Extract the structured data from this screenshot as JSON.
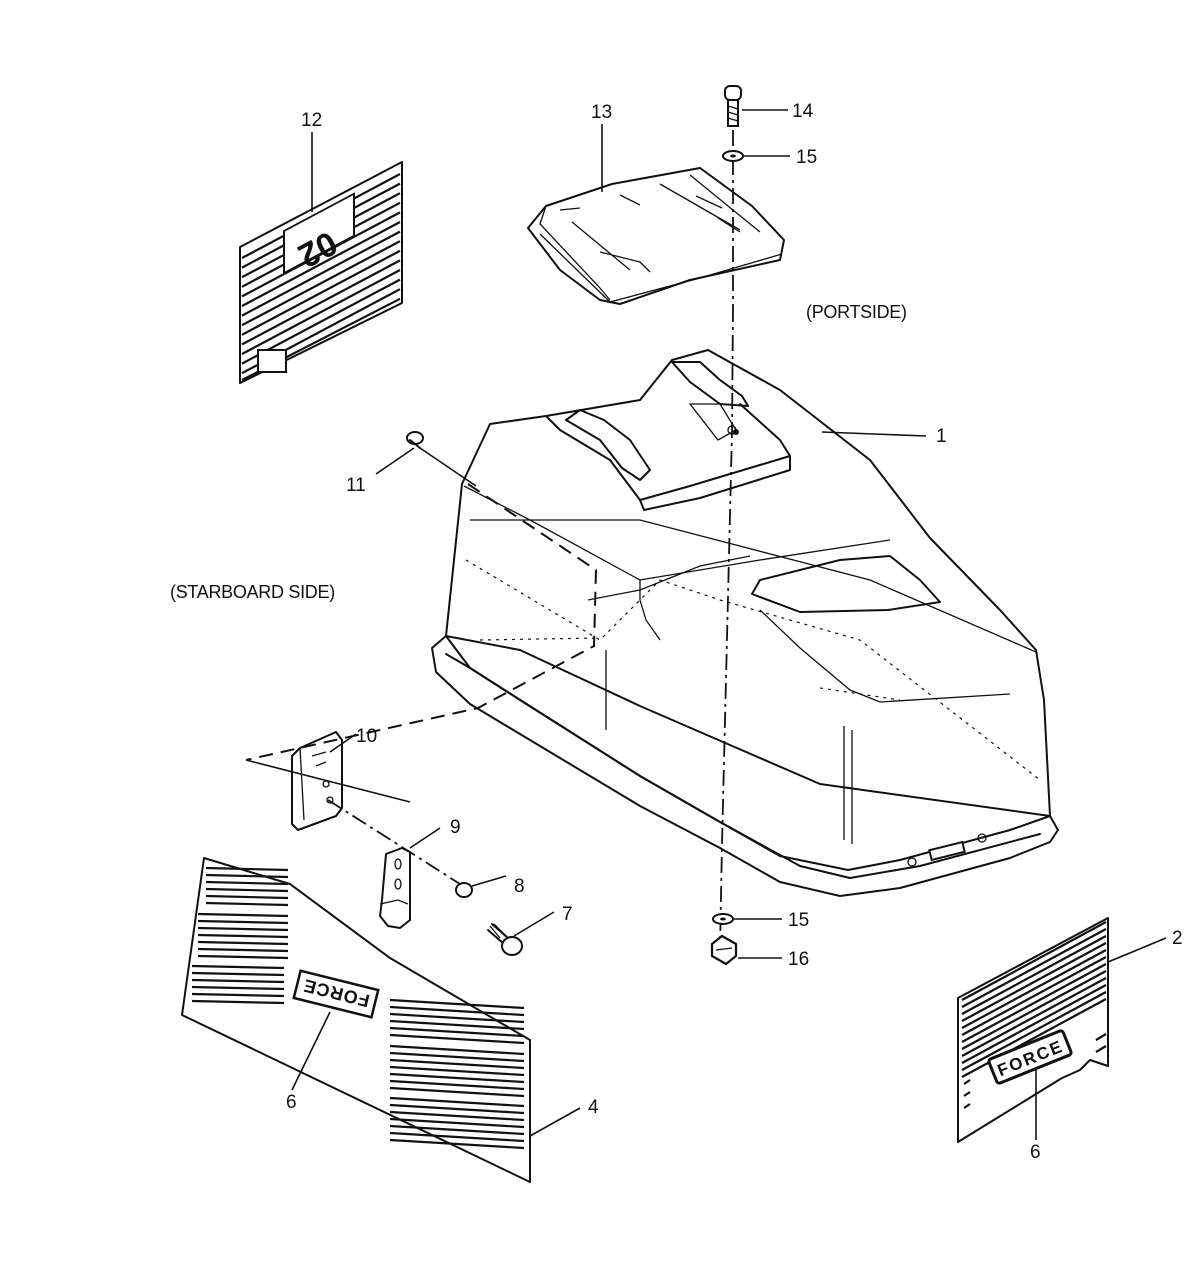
{
  "labels": {
    "portside": "(PORTSIDE)",
    "starboard": "(STARBOARD SIDE)"
  },
  "callouts": {
    "p1": "1",
    "p2": "2",
    "p4": "4",
    "p6a": "6",
    "p6b": "6",
    "p7": "7",
    "p8": "8",
    "p9": "9",
    "p10": "10",
    "p11": "11",
    "p12": "12",
    "p13": "13",
    "p14": "14",
    "p15a": "15",
    "p15b": "15",
    "p16": "16"
  },
  "decal_text": {
    "decal12": "02",
    "decal4": "FORCE",
    "decal2": "FORCE"
  }
}
